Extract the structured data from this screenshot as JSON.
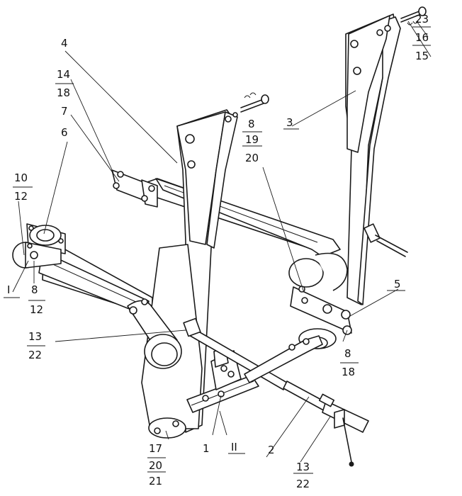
{
  "callouts": {
    "c4": "4",
    "c14": "14",
    "c18a": "18",
    "c7": "7",
    "c6": "6",
    "c10": "10",
    "c12a": "12",
    "cI": "I",
    "c8a": "8",
    "c12b": "12",
    "c13a": "13",
    "c22a": "22",
    "c17": "17",
    "c20a": "20",
    "c21": "21",
    "c1": "1",
    "cII": "II",
    "c2": "2",
    "c13b": "13",
    "c22b": "22",
    "c8b": "8",
    "c18b": "18",
    "c5": "5",
    "c3": "3",
    "c8c": "8",
    "c19": "19",
    "c20b": "20",
    "c23": "23",
    "c16": "16",
    "c15": "15"
  },
  "colors": {
    "line": "#1a1a1a",
    "background": "#ffffff"
  }
}
